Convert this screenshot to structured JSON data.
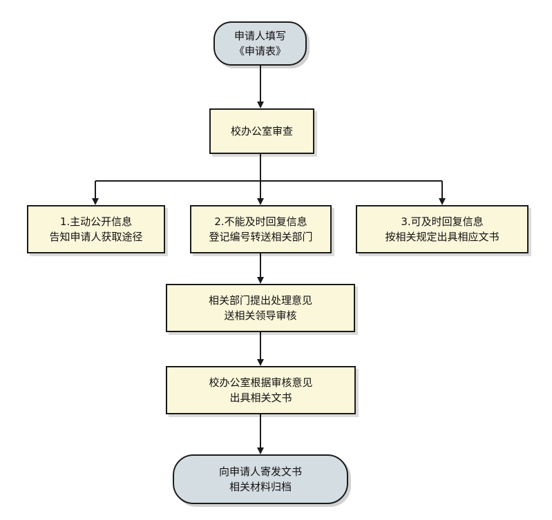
{
  "nodes": {
    "start": {
      "line1": "申请人填写",
      "line2": "《申请表》"
    },
    "review": {
      "line1": "校办公室审查"
    },
    "branch1": {
      "line1": "1.主动公开信息",
      "line2": "告知申请人获取途径"
    },
    "branch2": {
      "line1": "2.不能及时回复信息",
      "line2": "登记编号转送相关部门"
    },
    "branch3": {
      "line1": "3.可及时回复信息",
      "line2": "按相关规定出具相应文书"
    },
    "dept": {
      "line1": "相关部门提出处理意见",
      "line2": "送相关领导审核"
    },
    "issue": {
      "line1": "校办公室根据审核意见",
      "line2": "出具相关文书"
    },
    "end": {
      "line1": "向申请人寄发文书",
      "line2": "相关材料归档"
    }
  },
  "colors": {
    "process_fill": "#fbf7da",
    "terminal_fill": "#d4dde2",
    "line": "#1a1a1a"
  }
}
